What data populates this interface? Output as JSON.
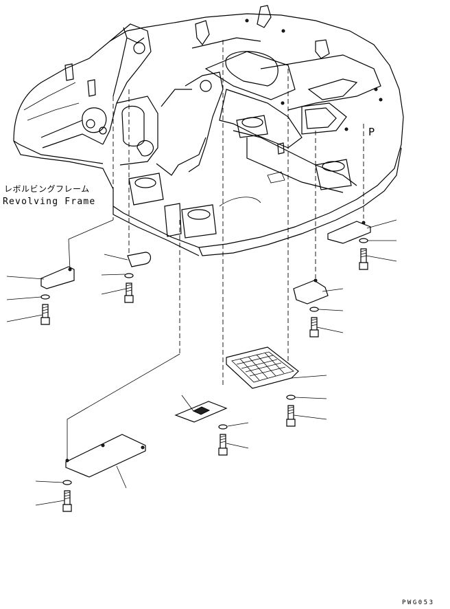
{
  "labels": {
    "frame_jp": "レボルビングフレーム",
    "frame_en": "Revolving Frame",
    "marker_p": "P",
    "drawing_code": "PWG053"
  },
  "parts": [
    {
      "name": "cover-plate-left",
      "type": "plate"
    },
    {
      "name": "cover-plate-rear-center",
      "type": "plate"
    },
    {
      "name": "cover-plate-large-front",
      "type": "plate"
    },
    {
      "name": "cover-plate-small-diamond",
      "type": "plate"
    },
    {
      "name": "perforated-step-plate",
      "type": "plate"
    },
    {
      "name": "cover-plate-right-middle",
      "type": "plate"
    },
    {
      "name": "cover-plate-right-top",
      "type": "plate"
    }
  ]
}
